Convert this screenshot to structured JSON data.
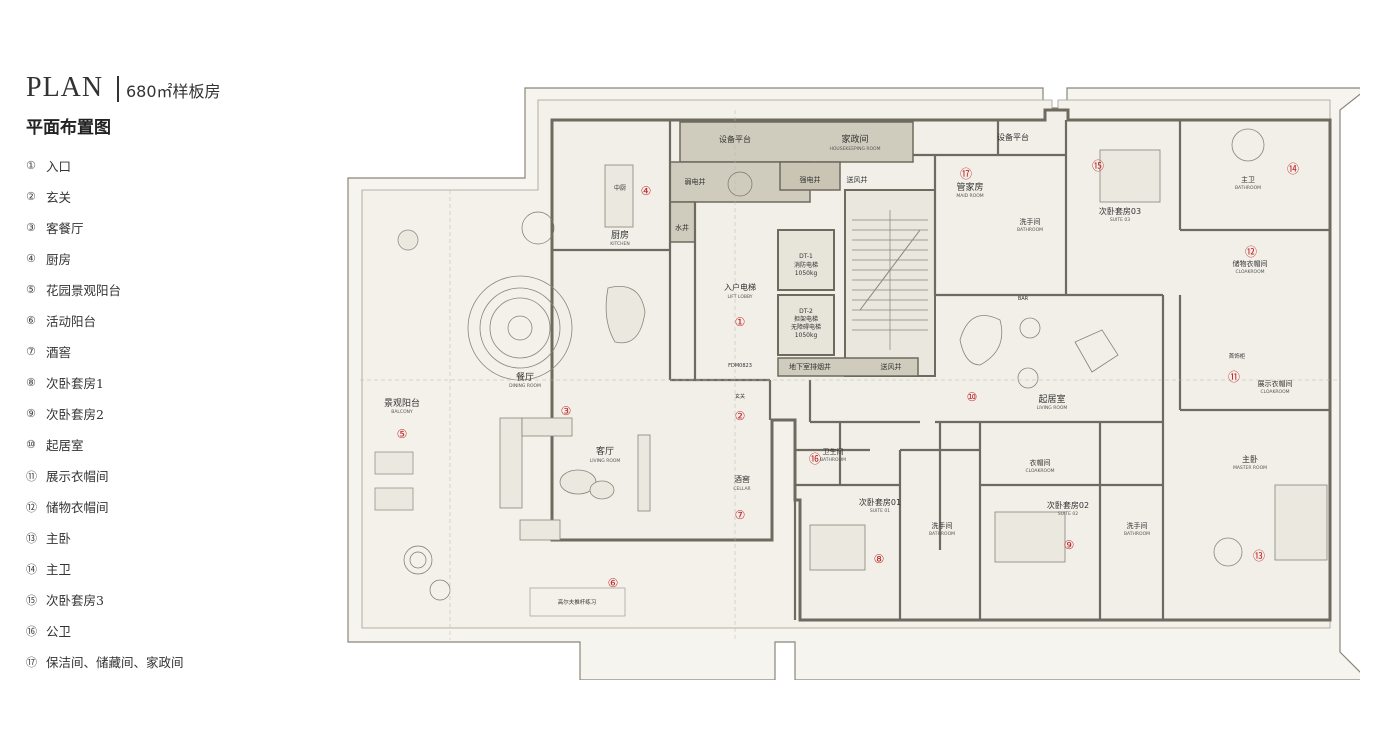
{
  "header": {
    "title": "PLAN",
    "subtitle": "680㎡样板房",
    "heading": "平面布置图"
  },
  "legend": [
    {
      "num": "①",
      "label": "入口"
    },
    {
      "num": "②",
      "label": "玄关"
    },
    {
      "num": "③",
      "label": "客餐厅"
    },
    {
      "num": "④",
      "label": "厨房"
    },
    {
      "num": "⑤",
      "label": "花园景观阳台"
    },
    {
      "num": "⑥",
      "label": "活动阳台"
    },
    {
      "num": "⑦",
      "label": "酒窖"
    },
    {
      "num": "⑧",
      "label": "次卧套房1"
    },
    {
      "num": "⑨",
      "label": "次卧套房2"
    },
    {
      "num": "⑩",
      "label": "起居室"
    },
    {
      "num": "⑪",
      "label": "展示衣帽间"
    },
    {
      "num": "⑫",
      "label": "储物衣帽间"
    },
    {
      "num": "⑬",
      "label": "主卧"
    },
    {
      "num": "⑭",
      "label": "主卫"
    },
    {
      "num": "⑮",
      "label": "次卧套房3"
    },
    {
      "num": "⑯",
      "label": "公卫"
    },
    {
      "num": "⑰",
      "label": "保洁间、储藏间、家政间"
    }
  ],
  "plan": {
    "rooms": {
      "equipment1": "设备平台",
      "housekeeping": "家政间",
      "housekeeping_en": "HOUSEKEEPING ROOM",
      "equipment2": "设备平台",
      "maid": "管家房",
      "maid_en": "MAID ROOM",
      "kitchen_sm": "中厨",
      "kitchen": "厨房",
      "kitchen_en": "KITCHEN",
      "weak_shaft": "弱电井",
      "strong_shaft": "强电井",
      "air_shaft": "送风井",
      "water_shaft": "水井",
      "elevator1": "DT-1",
      "elevator1b": "消防电梯",
      "elevator1c": "1050kg",
      "elevator2": "DT-2",
      "elevator2b": "担架电梯",
      "elevator2c": "无障碍电梯",
      "elevator2d": "1050kg",
      "lift_lobby": "入户电梯",
      "lift_lobby_en": "LIFT LOBBY",
      "basement_exhaust": "地下室排烟井",
      "air_shaft2": "送风井",
      "door_code": "FDM0823",
      "foyer": "玄关",
      "dining": "餐厅",
      "dining_en": "DINING ROOM",
      "living": "客厅",
      "living_en": "LIVING ROOM",
      "balcony": "景观阳台",
      "balcony_en": "BALCONY",
      "cellar": "酒窖",
      "cellar_en": "CELLAR",
      "golf": "高尔夫推杆练习",
      "wc": "卫生间",
      "wc_en": "BATHROOM",
      "suite1": "次卧套房01",
      "suite1_en": "SUITE 01",
      "washroom1": "洗手间",
      "washroom1_en": "BATHROOM",
      "suite2": "次卧套房02",
      "suite2_en": "SUITE 02",
      "cloak": "衣帽间",
      "cloak_en": "CLOAKROOM",
      "washroom2": "洗手间",
      "washroom2_en": "BATHROOM",
      "family": "起居室",
      "family_en": "LIVING ROOM",
      "bar": "BAR",
      "washroom3": "洗手间",
      "washroom3_en": "BATHROOM",
      "suite3": "次卧套房03",
      "suite3_en": "SUITE 03",
      "master_bath": "主卫",
      "master_bath_en": "BATHROOM",
      "storage_cloak": "储物衣帽间",
      "storage_cloak_en": "CLOAKROOM",
      "display_cloak": "展示衣帽间",
      "display_cloak_en": "CLOAKROOM",
      "jewelry": "首饰柜",
      "master": "主卧",
      "master_en": "MASTER ROOM"
    },
    "markers": [
      "①",
      "②",
      "③",
      "④",
      "⑤",
      "⑥",
      "⑦",
      "⑧",
      "⑨",
      "⑩",
      "⑪",
      "⑫",
      "⑬",
      "⑭",
      "⑮",
      "⑯",
      "⑰"
    ]
  },
  "colors": {
    "wall": "#6f6a5f",
    "wall_fill": "#c9c4b4",
    "floor": "#f1efe8",
    "terrace": "#f6f4ef",
    "accent": "#c0262a",
    "service": "#cfcbbd"
  }
}
